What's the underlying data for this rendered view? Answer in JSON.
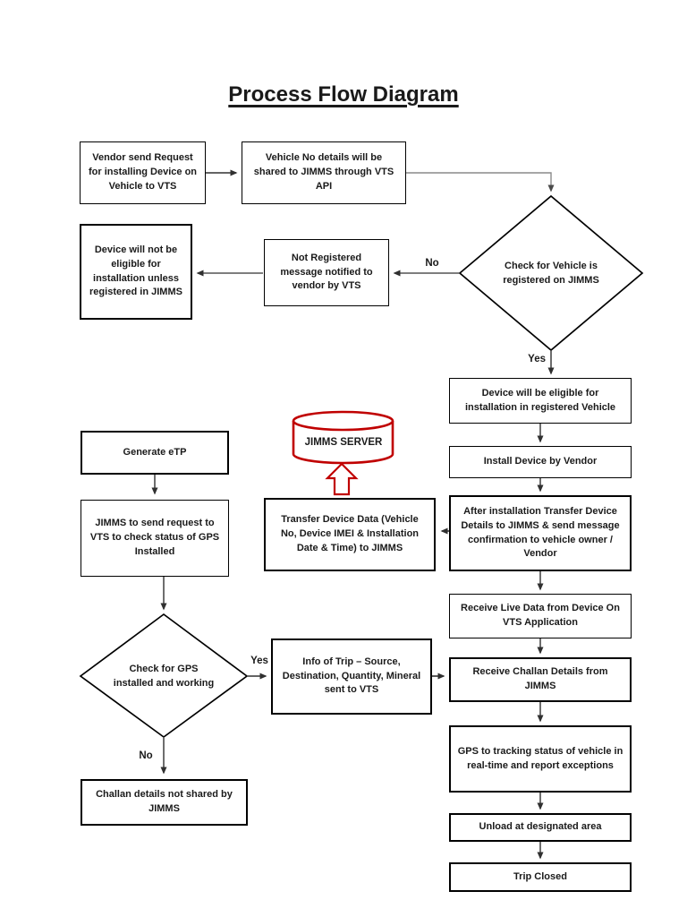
{
  "title": "Process Flow Diagram",
  "nodes": {
    "vendor_request": "Vendor send Request for installing Device on Vehicle to VTS",
    "vehicle_details": "Vehicle No details will be shared to JIMMS through VTS API",
    "check_vehicle_registered": "Check for Vehicle is registered on JIMMS",
    "not_registered_msg": "Not Registered message notified to vendor by VTS",
    "device_not_eligible": "Device will not be eligible for installation unless registered in JIMMS",
    "device_eligible": "Device will be eligible for installation in registered Vehicle",
    "install_device": "Install Device by Vendor",
    "after_install": "After installation Transfer Device Details to JIMMS & send message confirmation to vehicle owner / Vendor",
    "receive_live_data": "Receive Live Data from Device On VTS Application",
    "receive_challan": "Receive Challan Details from JIMMS",
    "gps_tracking": "GPS to tracking status of vehicle in real-time and report exceptions",
    "unload": "Unload at designated area",
    "trip_closed": "Trip Closed",
    "generate_etp": "Generate eTP",
    "jimms_send_request": "JIMMS to send request to VTS to check status of GPS Installed",
    "check_gps": "Check for GPS installed and working",
    "info_trip": "Info of Trip – Source, Destination, Quantity, Mineral sent to VTS",
    "challan_not_shared": "Challan details not shared by JIMMS",
    "transfer_device_data": "Transfer Device Data (Vehicle No, Device IMEI & Installation Date & Time) to JIMMS",
    "jimms_server": "JIMMS SERVER"
  },
  "edge_labels": {
    "no_vehicle": "No",
    "yes_vehicle": "Yes",
    "yes_gps": "Yes",
    "no_gps": "No"
  },
  "colors": {
    "server_outline": "#c00000",
    "connector": "#303030",
    "box_border": "#000000"
  }
}
